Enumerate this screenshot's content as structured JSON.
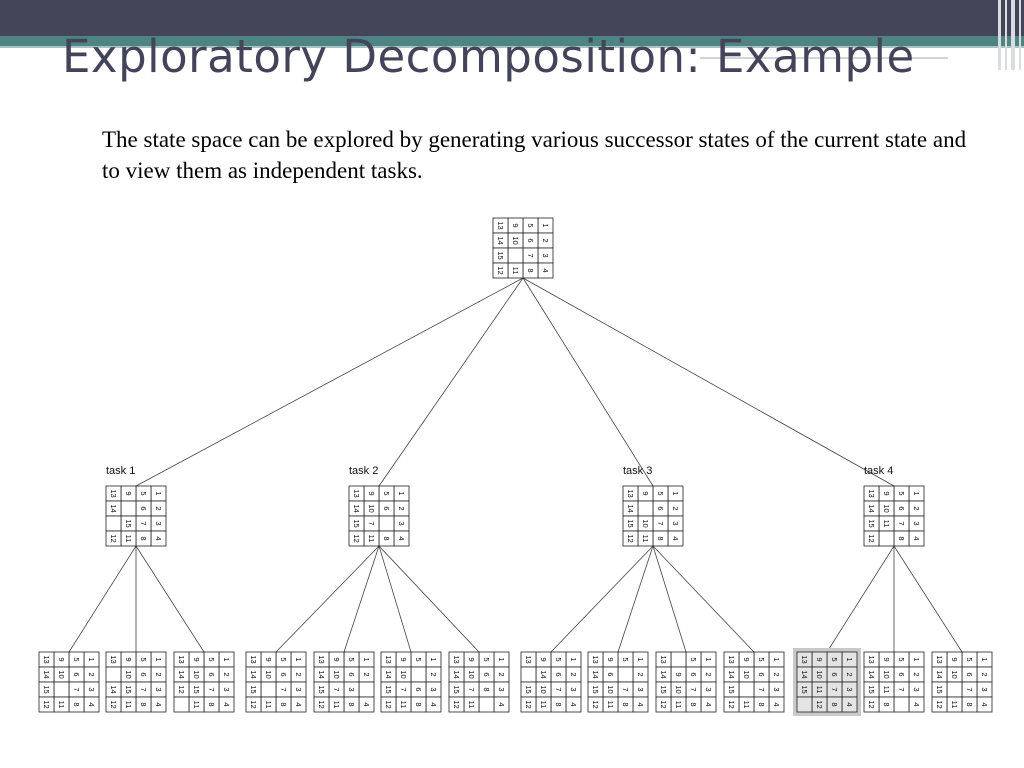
{
  "slide": {
    "title": "Exploratory Decomposition: Example",
    "body": "The state space can be explored by generating various successor states of the current state and to view them as independent tasks."
  },
  "colors": {
    "header": "#454559",
    "stripe": "#4f8484",
    "title": "#434459",
    "highlight_fill": "#c9c9c9"
  },
  "tree": {
    "root": [
      [
        "1",
        "2",
        "3",
        "4"
      ],
      [
        "5",
        "6",
        "7",
        "8"
      ],
      [
        "9",
        "10",
        "",
        "11"
      ],
      [
        "13",
        "14",
        "15",
        "12"
      ]
    ],
    "tasks": [
      {
        "label": "task 1",
        "state": [
          [
            "1",
            "2",
            "3",
            "4"
          ],
          [
            "5",
            "6",
            "7",
            "8"
          ],
          [
            "9",
            "",
            "15",
            "11"
          ],
          [
            "13",
            "14",
            "",
            "12"
          ]
        ],
        "children": [
          {
            "state": [
              [
                "1",
                "2",
                "3",
                "4"
              ],
              [
                "5",
                "6",
                "7",
                "8"
              ],
              [
                "9",
                "10",
                "",
                "11"
              ],
              [
                "13",
                "14",
                "15",
                "12"
              ]
            ]
          },
          {
            "state": [
              [
                "1",
                "2",
                "3",
                "4"
              ],
              [
                "5",
                "6",
                "7",
                "8"
              ],
              [
                "9",
                "10",
                "15",
                "11"
              ],
              [
                "13",
                "",
                "14",
                "12"
              ]
            ]
          },
          {
            "state": [
              [
                "1",
                "2",
                "3",
                "4"
              ],
              [
                "5",
                "6",
                "7",
                "8"
              ],
              [
                "9",
                "10",
                "15",
                "11"
              ],
              [
                "13",
                "14",
                "12",
                ""
              ]
            ]
          }
        ]
      },
      {
        "label": "task 2",
        "state": [
          [
            "1",
            "2",
            "3",
            "4"
          ],
          [
            "5",
            "6",
            "",
            "8"
          ],
          [
            "9",
            "10",
            "7",
            "11"
          ],
          [
            "13",
            "14",
            "15",
            "12"
          ]
        ],
        "children": [
          {
            "state": [
              [
                "1",
                "2",
                "3",
                "4"
              ],
              [
                "5",
                "6",
                "7",
                "8"
              ],
              [
                "9",
                "10",
                "",
                "11"
              ],
              [
                "13",
                "14",
                "15",
                "12"
              ]
            ]
          },
          {
            "state": [
              [
                "1",
                "2",
                "",
                "4"
              ],
              [
                "5",
                "6",
                "3",
                "8"
              ],
              [
                "9",
                "10",
                "7",
                "11"
              ],
              [
                "13",
                "14",
                "15",
                "12"
              ]
            ]
          },
          {
            "state": [
              [
                "1",
                "2",
                "3",
                "4"
              ],
              [
                "5",
                "",
                "6",
                "8"
              ],
              [
                "9",
                "10",
                "7",
                "11"
              ],
              [
                "13",
                "14",
                "15",
                "12"
              ]
            ]
          },
          {
            "state": [
              [
                "1",
                "2",
                "3",
                "4"
              ],
              [
                "5",
                "6",
                "8",
                ""
              ],
              [
                "9",
                "10",
                "7",
                "11"
              ],
              [
                "13",
                "14",
                "15",
                "12"
              ]
            ]
          }
        ]
      },
      {
        "label": "task 3",
        "state": [
          [
            "1",
            "2",
            "3",
            "4"
          ],
          [
            "5",
            "6",
            "7",
            "8"
          ],
          [
            "9",
            "",
            "10",
            "11"
          ],
          [
            "13",
            "14",
            "15",
            "12"
          ]
        ],
        "children": [
          {
            "state": [
              [
                "1",
                "2",
                "3",
                "4"
              ],
              [
                "5",
                "6",
                "7",
                "8"
              ],
              [
                "9",
                "14",
                "10",
                "11"
              ],
              [
                "13",
                "",
                "15",
                "12"
              ]
            ]
          },
          {
            "state": [
              [
                "1",
                "2",
                "3",
                "4"
              ],
              [
                "5",
                "",
                "7",
                "8"
              ],
              [
                "9",
                "6",
                "10",
                "11"
              ],
              [
                "13",
                "14",
                "15",
                "12"
              ]
            ]
          },
          {
            "state": [
              [
                "1",
                "2",
                "3",
                "4"
              ],
              [
                "5",
                "6",
                "7",
                "8"
              ],
              [
                "",
                "9",
                "10",
                "11"
              ],
              [
                "13",
                "14",
                "15",
                "12"
              ]
            ]
          },
          {
            "state": [
              [
                "1",
                "2",
                "3",
                "4"
              ],
              [
                "5",
                "6",
                "7",
                "8"
              ],
              [
                "9",
                "10",
                "",
                "11"
              ],
              [
                "13",
                "14",
                "15",
                "12"
              ]
            ]
          }
        ]
      },
      {
        "label": "task 4",
        "state": [
          [
            "1",
            "2",
            "3",
            "4"
          ],
          [
            "5",
            "6",
            "7",
            "8"
          ],
          [
            "9",
            "10",
            "11",
            ""
          ],
          [
            "13",
            "14",
            "15",
            "12"
          ]
        ],
        "children": [
          {
            "state": [
              [
                "1",
                "2",
                "3",
                "4"
              ],
              [
                "5",
                "6",
                "7",
                "8"
              ],
              [
                "9",
                "10",
                "11",
                "12"
              ],
              [
                "13",
                "14",
                "15",
                ""
              ]
            ],
            "highlight": true
          },
          {
            "state": [
              [
                "1",
                "2",
                "3",
                "4"
              ],
              [
                "5",
                "6",
                "7",
                ""
              ],
              [
                "9",
                "10",
                "11",
                "8"
              ],
              [
                "13",
                "14",
                "15",
                "12"
              ]
            ]
          },
          {
            "state": [
              [
                "1",
                "2",
                "3",
                "4"
              ],
              [
                "5",
                "6",
                "7",
                "8"
              ],
              [
                "9",
                "10",
                "",
                "11"
              ],
              [
                "13",
                "14",
                "15",
                "12"
              ]
            ]
          }
        ]
      }
    ]
  }
}
